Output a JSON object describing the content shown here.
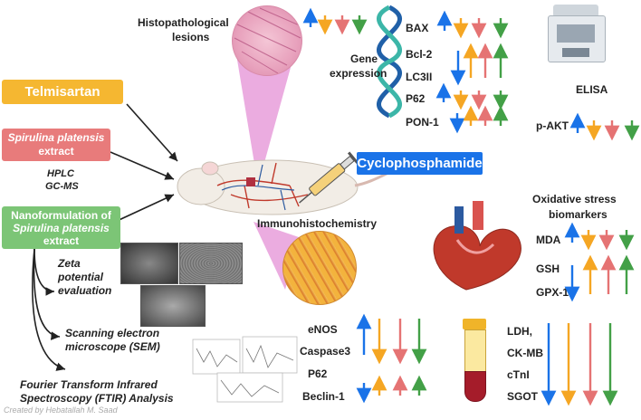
{
  "left": {
    "telmisartan": "Telmisartan",
    "spirulina_line1": "Spirulina platensis",
    "spirulina_line2": "extract",
    "hplc": "HPLC",
    "gcms": "GC-MS",
    "nano_line1": "Nanoformulation of",
    "nano_line2": "Spirulina platensis",
    "nano_line3": "extract",
    "zeta1": "Zeta",
    "zeta2": "potential",
    "zeta3": "evaluation",
    "sem1": "Scanning electron",
    "sem2": "microscope (SEM)",
    "ftir1": "Fourier Transform Infrared",
    "ftir2": "Spectroscopy (FTIR) Analysis",
    "credit": "Created by Hebatallah M. Saad"
  },
  "center": {
    "histo1": "Histopathological",
    "histo2": "lesions",
    "gene1": "Gene",
    "gene2": "expression",
    "cyclophosphamide": "Cyclophosphamide",
    "immuno": "Immunohistochemistry"
  },
  "gene_labels": [
    "BAX",
    "Bcl-2",
    "LC3II",
    "P62",
    "PON-1"
  ],
  "elisa": {
    "title": "ELISA",
    "pakt": "p-AKT"
  },
  "oxidative": {
    "title1": "Oxidative stress",
    "title2": "biomarkers",
    "labels": [
      "MDA",
      "GSH",
      "GPX-1"
    ]
  },
  "immuno_labels": [
    "eNOS",
    "Caspase3",
    "P62",
    "Beclin-1"
  ],
  "cardiac_labels": [
    "LDH,",
    "CK-MB",
    "cTnI",
    "SGOT"
  ],
  "colors": {
    "blue": "#1a73e8",
    "orange": "#f5a623",
    "red": "#e57373",
    "green": "#43a047",
    "pink": "#e060c0",
    "telmi_bg": "#f5b731",
    "spir_bg": "#e87b7b",
    "nano_bg": "#7cc576",
    "cyclo_bg": "#1a73e8"
  }
}
